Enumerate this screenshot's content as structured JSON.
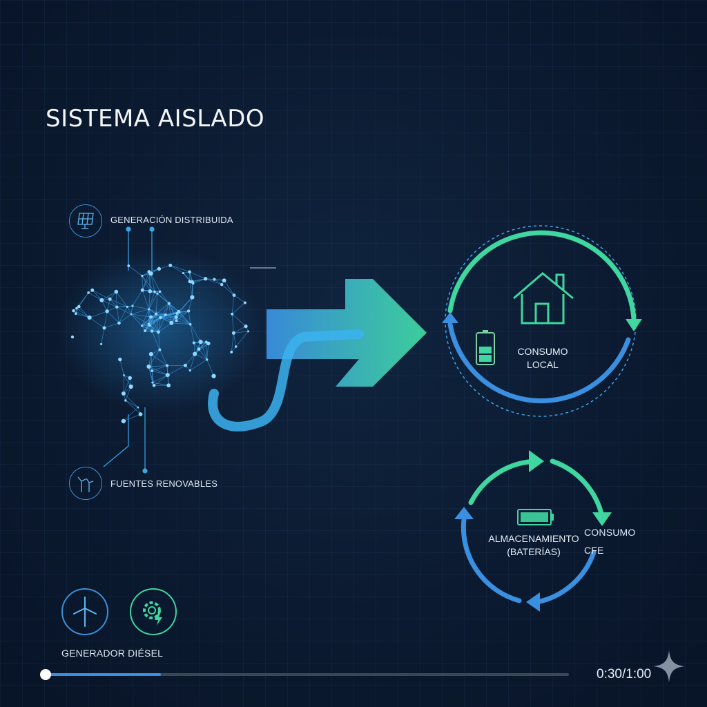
{
  "slide": {
    "title": "SISTEMA AISLADO",
    "labels": {
      "distributed_generation": "GENERACIÓN DISTRIBUIDA",
      "renewable_sources": "FUENTES RENOVABLES",
      "local_consumption_line1": "CONSUMO",
      "local_consumption_line2": "LOCAL",
      "storage_line1": "ALMACENAMIENTO",
      "storage_line2": "(BATERÍAS)",
      "cfe_consumption_line1": "CONSUMO",
      "cfe_consumption_line2": "CFE",
      "diesel_generator": "GENERADOR DIÉSEL"
    },
    "icons": [
      "solar-panel-icon",
      "wind-turbine-icon",
      "house-icon",
      "battery-icon",
      "wind-turbine-icon",
      "gear-bolt-icon",
      "brain-network-icon",
      "arrow-icon",
      "cycle-arrows-icon"
    ],
    "colors": {
      "accent_blue": "#3a8fe0",
      "accent_green": "#3fd6a0",
      "cyan": "#4fc3f7",
      "background": "#0b1a30"
    }
  },
  "player": {
    "time": "0:30/1:00",
    "progress": 0.22
  }
}
